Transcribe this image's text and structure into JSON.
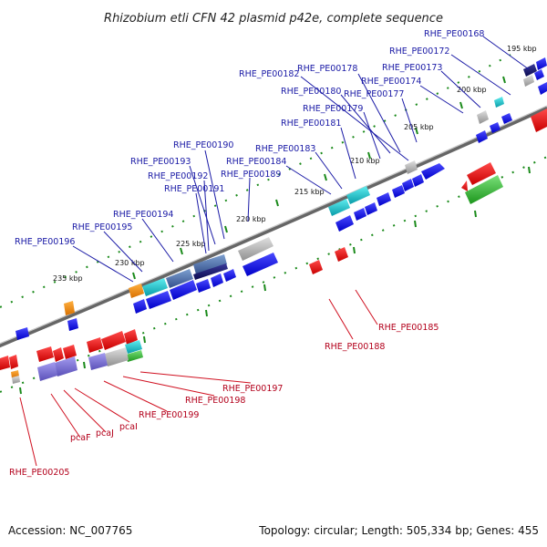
{
  "title": "Rhizobium etli CFN 42 plasmid p42e, complete sequence",
  "footer": {
    "accession": "Accession: NC_007765",
    "summary": "Topology: circular; Length: 505,334 bp; Genes: 455"
  },
  "colors": {
    "forward": "#1010e0",
    "reverse": "#e01010",
    "label_forward": "#1a1aa6",
    "label_reverse": "#b3001b",
    "backbone": "#888888",
    "tick_dots": "#1a8a1a",
    "cyan": "#10c8d0",
    "gray": "#b0b0b0",
    "slate": "#5070b0",
    "violet": "#7a70d8",
    "green": "#28b428",
    "orange": "#f08c00"
  },
  "kbp_ticks": [
    "195 kbp",
    "200 kbp",
    "205 kbp",
    "210 kbp",
    "215 kbp",
    "220 kbp",
    "225 kbp",
    "230 kbp",
    "235 kbp"
  ],
  "gene_labels_forward": [
    "RHE_PE00168",
    "RHE_PE00172",
    "RHE_PE00173",
    "RHE_PE00174",
    "RHE_PE00182",
    "RHE_PE00178",
    "RHE_PE00180",
    "RHE_PE00177",
    "RHE_PE00179",
    "RHE_PE00181",
    "RHE_PE00190",
    "RHE_PE00183",
    "RHE_PE00193",
    "RHE_PE00184",
    "RHE_PE00192",
    "RHE_PE00189",
    "RHE_PE00191",
    "RHE_PE00194",
    "RHE_PE00195",
    "RHE_PE00196"
  ],
  "gene_labels_reverse": [
    "RHE_PE00185",
    "RHE_PE00188",
    "RHE_PE00197",
    "RHE_PE00198",
    "RHE_PE00199",
    "pcaI",
    "pcaJ",
    "pcaF",
    "RHE_PE00205"
  ]
}
